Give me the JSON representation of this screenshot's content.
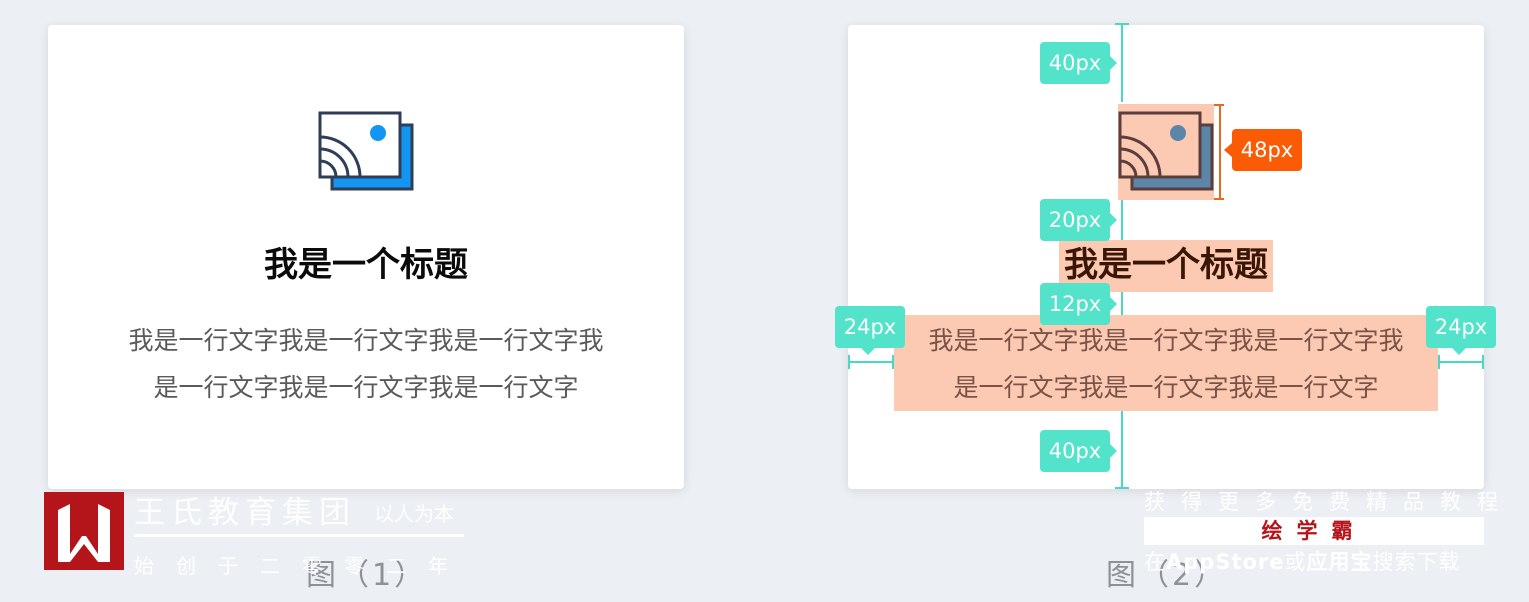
{
  "colors": {
    "background": "#eceff3",
    "card": "#ffffff",
    "measure_tag": "#53e3cb",
    "icon_size_tag": "#fb5b05",
    "highlight": "#fcc9b2",
    "icon_accent": "#1296f2",
    "icon_stroke": "#2f3d56",
    "logo_red": "#b3151b"
  },
  "figure1": {
    "icon": "image-cast-icon",
    "title": "我是一个标题",
    "body_line1": "我是一行文字我是一行文字我是一行文字我",
    "body_line2": "是一行文字我是一行文字我是一行文字",
    "caption": "图（1）"
  },
  "figure2": {
    "icon": "image-cast-icon",
    "title": "我是一个标题",
    "body_line1": "我是一行文字我是一行文字我是一行文字我",
    "body_line2": "是一行文字我是一行文字我是一行文字",
    "caption": "图（2）",
    "measurements": {
      "top_padding": "40px",
      "icon_size": "48px",
      "icon_title_gap": "20px",
      "title_body_gap": "12px",
      "left_padding": "24px",
      "right_padding": "24px",
      "bottom_padding": "40px"
    }
  },
  "watermark_left": {
    "name": "王氏教育集团",
    "slogan": "以人为本",
    "subline": "始创于二零零二年"
  },
  "watermark_right": {
    "line1": "获得更多免费精品教程",
    "brand": "绘学霸",
    "line3_prefix": "在",
    "line3_store1": "AppStore",
    "line3_mid": "或",
    "line3_store2": "应用宝",
    "line3_suffix": "搜索下载"
  }
}
